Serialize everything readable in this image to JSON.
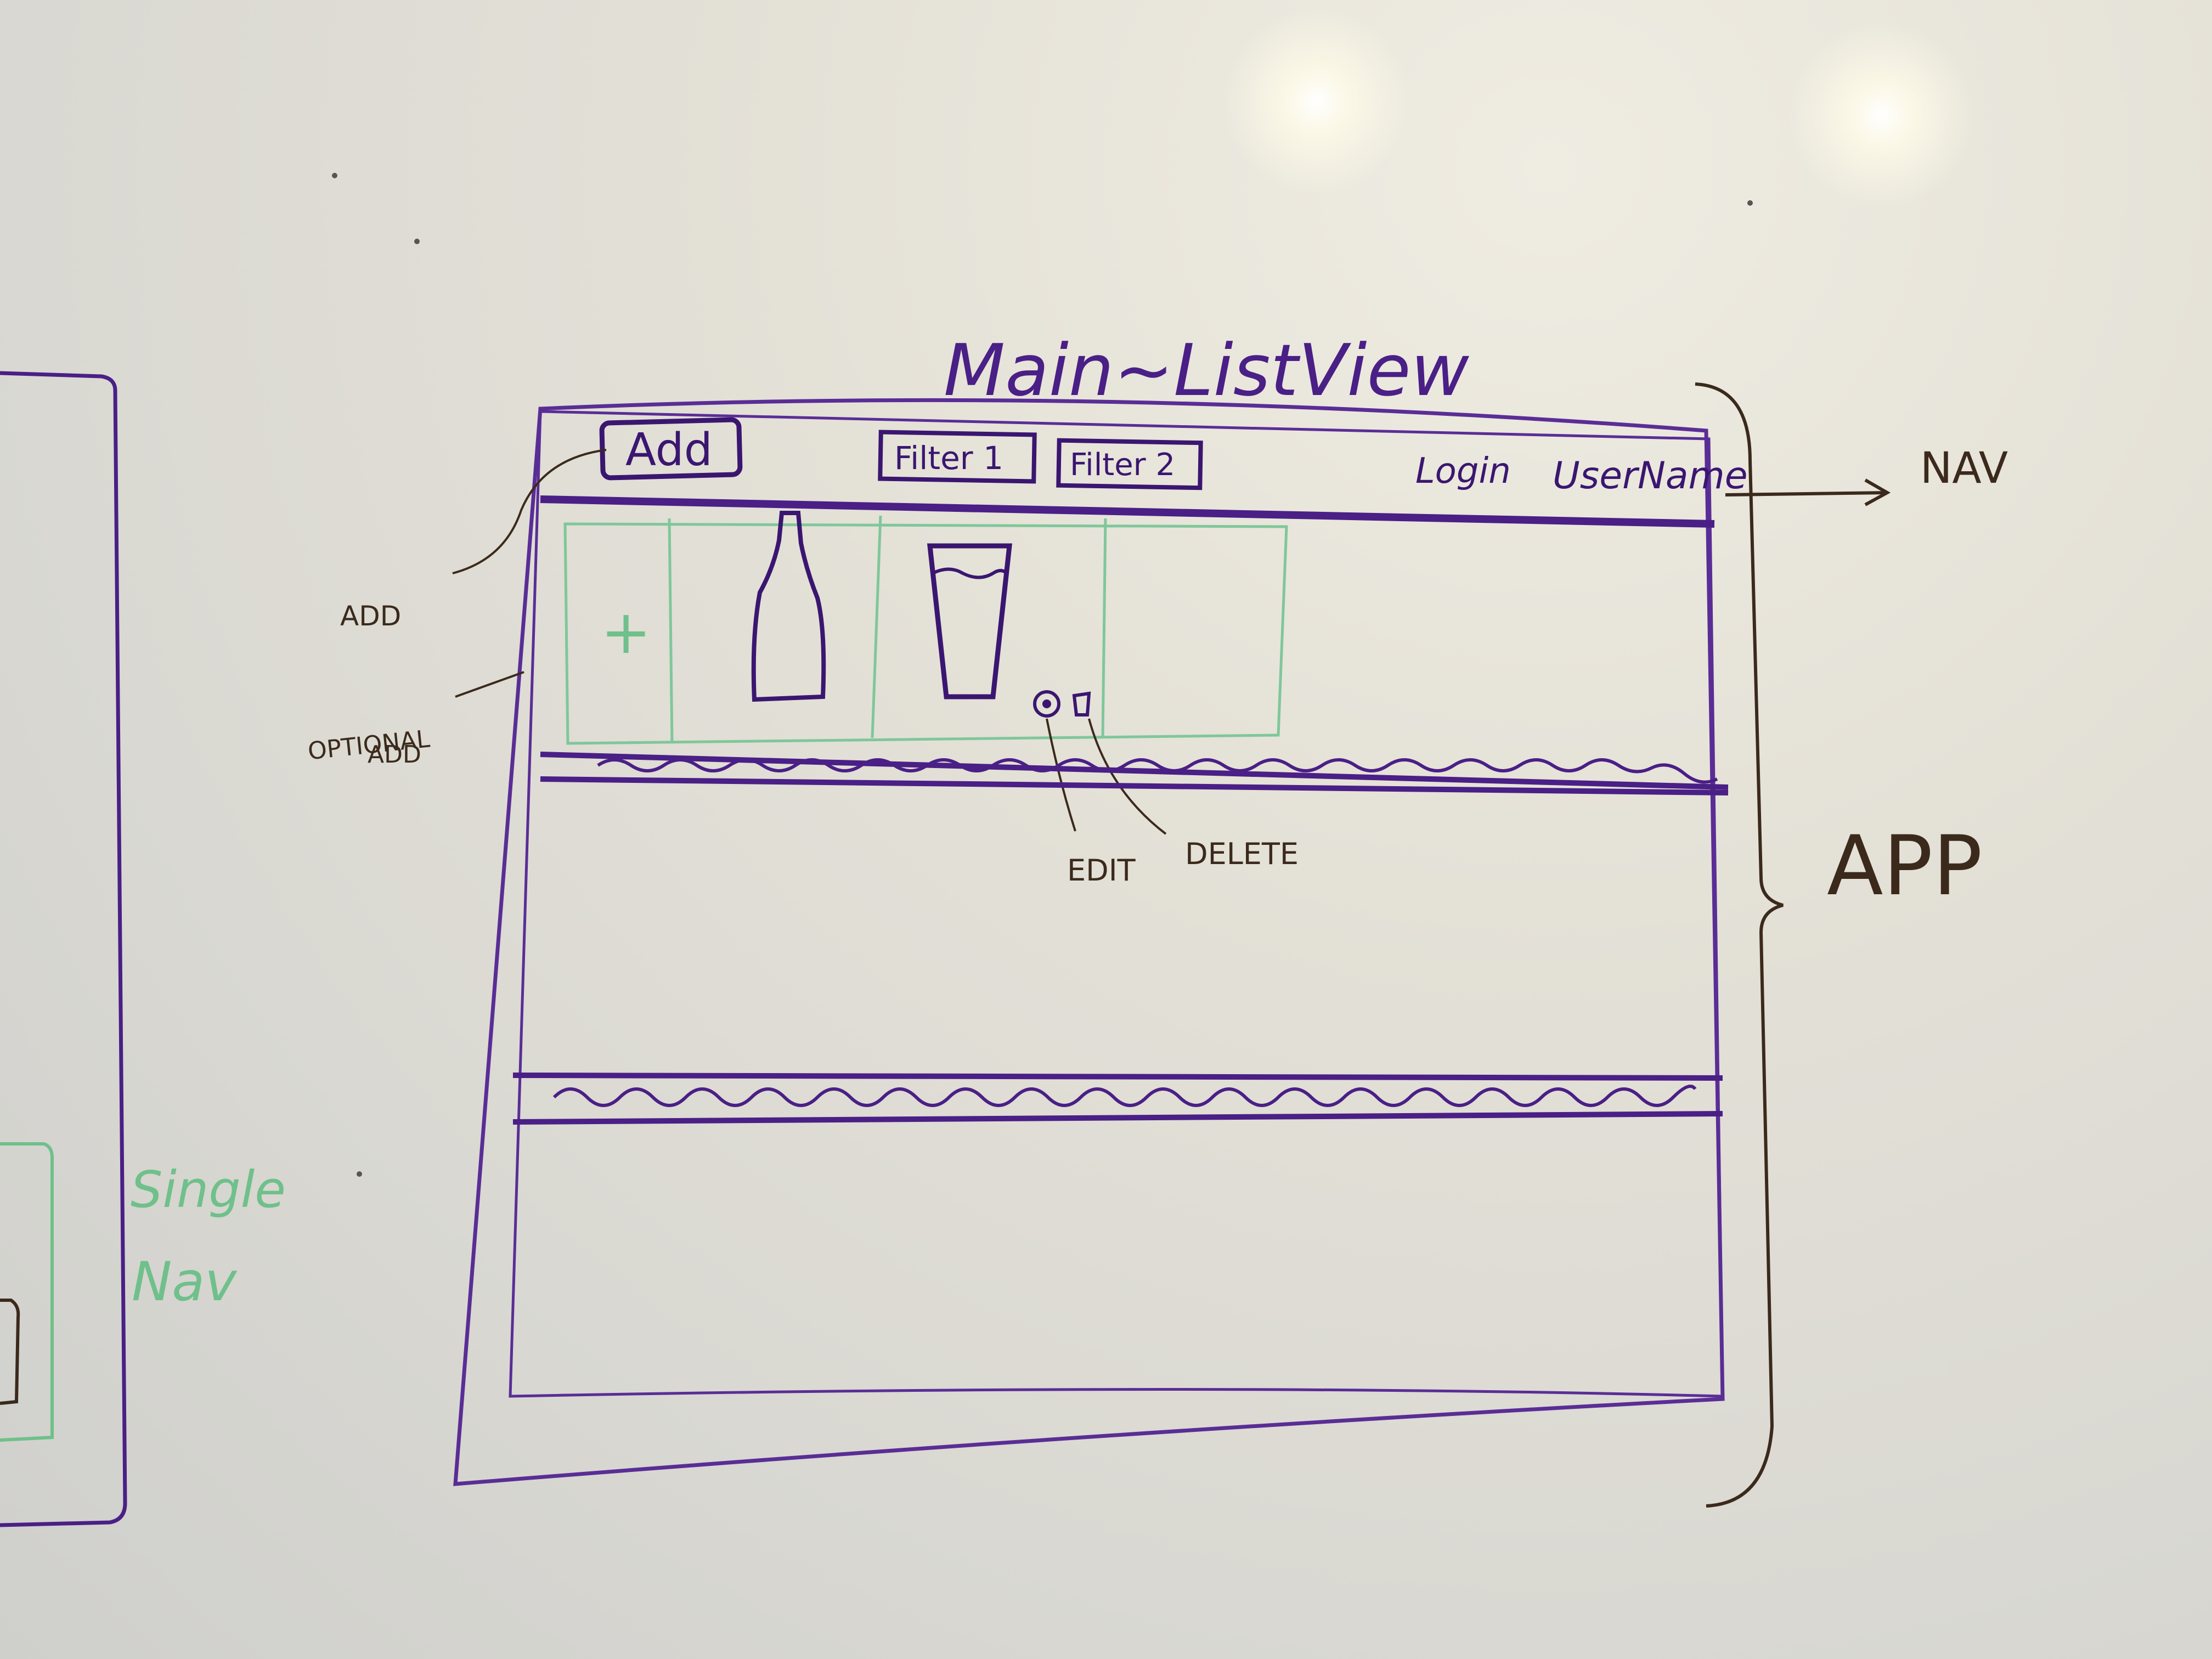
{
  "title": "Main~ListView",
  "nav": {
    "add_label": "Add",
    "filter1_label": "Filter 1",
    "filter2_label": "Filter 2",
    "login_label": "Login",
    "username_label": "UserName"
  },
  "annotations": {
    "nav": "NAV",
    "app": "APP",
    "add": "ADD",
    "optional_add_line1": "OPTIONAL",
    "optional_add_line2": "ADD",
    "edit": "EDIT",
    "delete": "DELETE"
  },
  "cards": {
    "add_symbol": "+",
    "items": [
      {
        "icon": "bottle-icon"
      },
      {
        "icon": "glass-icon"
      }
    ]
  },
  "side_sketch": {
    "line1": "Single",
    "line2": "Nav"
  },
  "colors": {
    "marker_purple": "#4a1f86",
    "marker_brown": "#3b2a1c",
    "marker_green": "#6fc08a"
  }
}
